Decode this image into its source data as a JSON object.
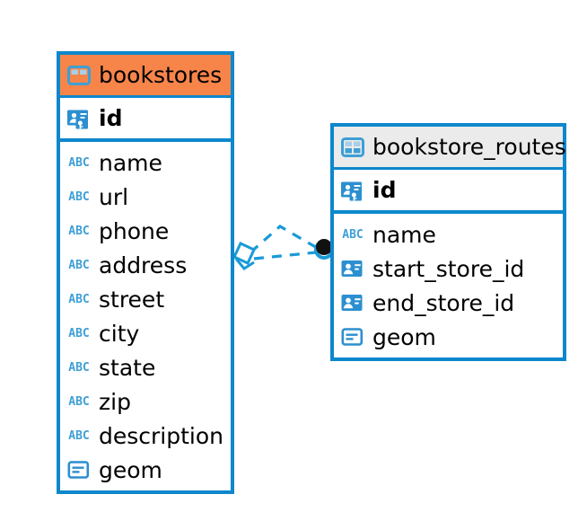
{
  "diagram": {
    "type": "entity-relationship-diagram",
    "background_color": "#ffffff",
    "accent_color": "#0e87cc",
    "highlight_color": "#f7854a",
    "icon_color": "#3d9fd6",
    "entities": [
      {
        "id": "bookstores",
        "name": "bookstores",
        "header_style": "orange",
        "table_icon": "table-icon",
        "primary_key": {
          "name": "id",
          "icon": "primary-key-icon"
        },
        "fields": [
          {
            "name": "name",
            "icon": "text-type-icon",
            "icon_label": "ABC"
          },
          {
            "name": "url",
            "icon": "text-type-icon",
            "icon_label": "ABC"
          },
          {
            "name": "phone",
            "icon": "text-type-icon",
            "icon_label": "ABC"
          },
          {
            "name": "address",
            "icon": "text-type-icon",
            "icon_label": "ABC"
          },
          {
            "name": "street",
            "icon": "text-type-icon",
            "icon_label": "ABC"
          },
          {
            "name": "city",
            "icon": "text-type-icon",
            "icon_label": "ABC"
          },
          {
            "name": "state",
            "icon": "text-type-icon",
            "icon_label": "ABC"
          },
          {
            "name": "zip",
            "icon": "text-type-icon",
            "icon_label": "ABC"
          },
          {
            "name": "description",
            "icon": "text-type-icon",
            "icon_label": "ABC"
          },
          {
            "name": "geom",
            "icon": "geometry-type-icon",
            "icon_label": ""
          }
        ]
      },
      {
        "id": "bookstore_routes",
        "name": "bookstore_routes",
        "header_style": "grey",
        "table_icon": "table-icon",
        "primary_key": {
          "name": "id",
          "icon": "primary-key-icon"
        },
        "fields": [
          {
            "name": "name",
            "icon": "text-type-icon",
            "icon_label": "ABC"
          },
          {
            "name": "start_store_id",
            "icon": "foreign-key-icon",
            "icon_label": ""
          },
          {
            "name": "end_store_id",
            "icon": "foreign-key-icon",
            "icon_label": ""
          },
          {
            "name": "geom",
            "icon": "geometry-type-icon",
            "icon_label": ""
          }
        ]
      }
    ],
    "relationships": [
      {
        "from": "bookstores",
        "to": "bookstore_routes",
        "line_style": "dashed",
        "color": "#1a9ad7",
        "source_marker": "diamond-marker",
        "target_marker": "filled-circle-marker"
      },
      {
        "from": "bookstores",
        "to": "bookstore_routes",
        "line_style": "dashed",
        "color": "#1a9ad7",
        "source_marker": "diamond-marker",
        "target_marker": "filled-circle-marker"
      }
    ]
  }
}
